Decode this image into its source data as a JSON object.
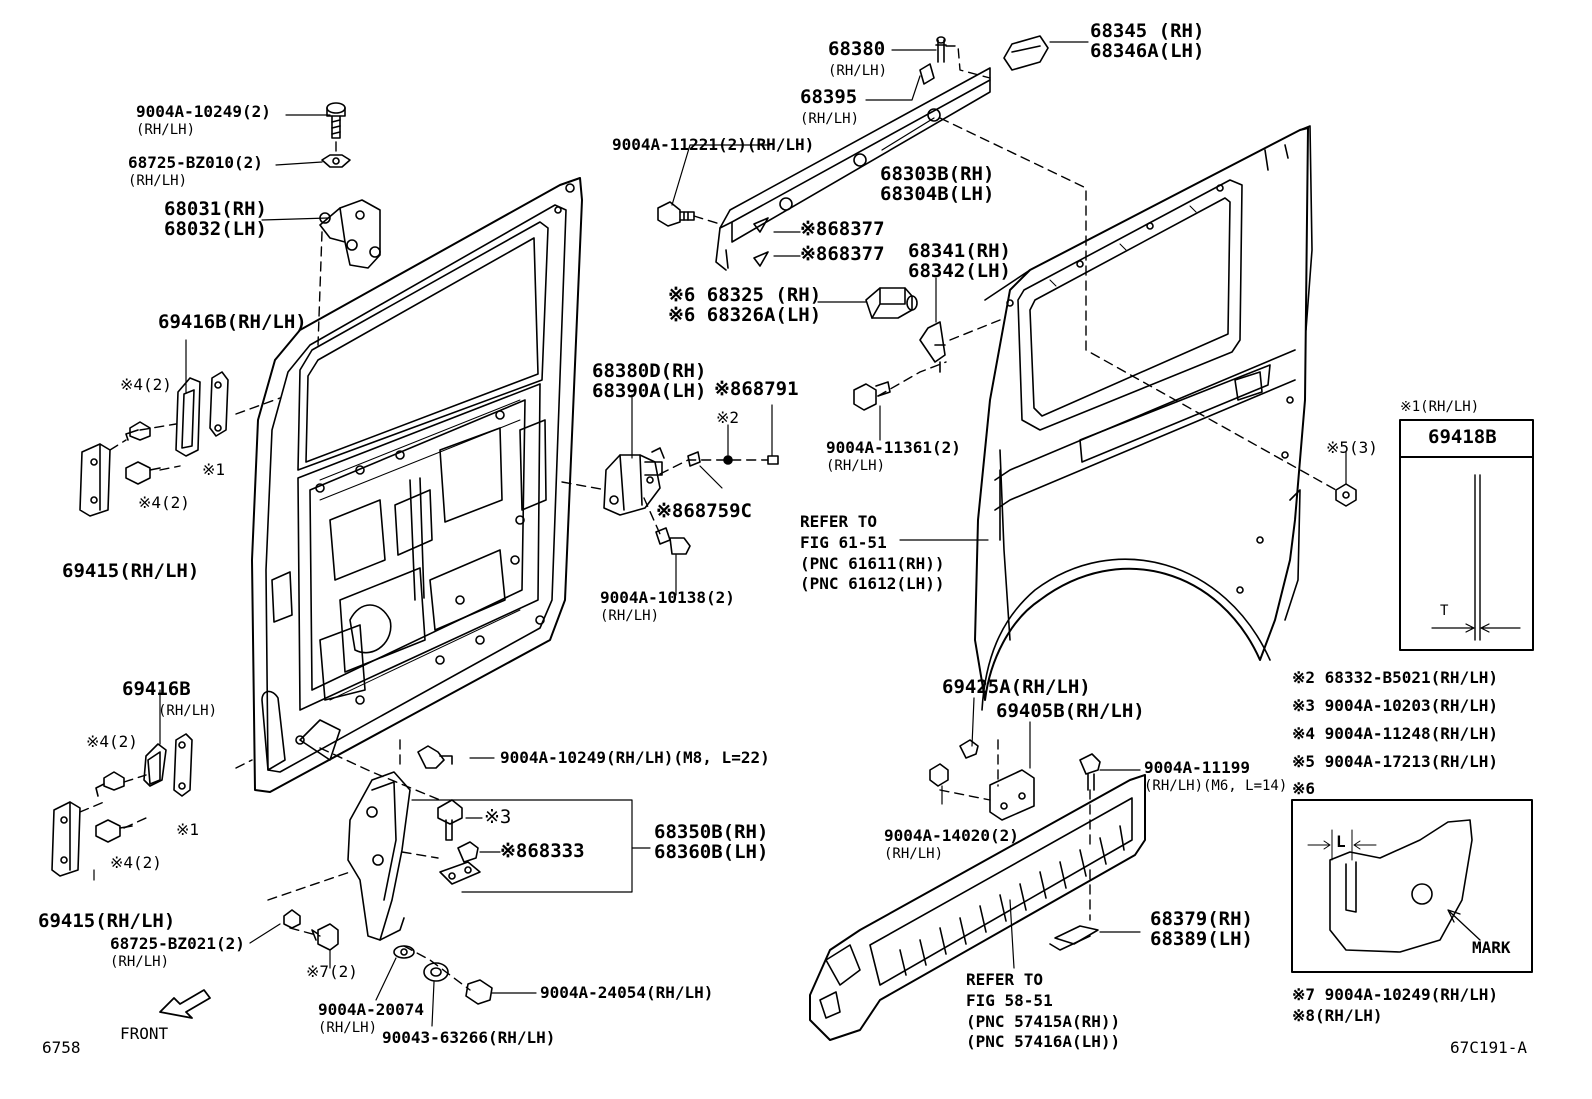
{
  "labels": {
    "c_68380": [
      "68380",
      "(RH/LH)"
    ],
    "c_68345": [
      "68345 (RH)",
      "68346A(LH)"
    ],
    "c_68395": [
      "68395",
      "(RH/LH)"
    ],
    "c_9004A11221": [
      "9004A-11221(2)(RH/LH)"
    ],
    "c_68303B": [
      "68303B(RH)",
      "68304B(LH)"
    ],
    "c_68377a": [
      "※868377"
    ],
    "c_68377b": [
      "※868377"
    ],
    "c_68341": [
      "68341(RH)",
      "68342(LH)"
    ],
    "c_68325": [
      "※6 68325 (RH)",
      "※6 68326A(LH)"
    ],
    "c_9004A10249t": [
      "9004A-10249(2)",
      "(RH/LH)"
    ],
    "c_68725BZ010": [
      "68725-BZ010(2)",
      "(RH/LH)"
    ],
    "c_68031": [
      "68031(RH)",
      "68032(LH)"
    ],
    "c_69416Bt": [
      "69416B(RH/LH)"
    ],
    "c_x4a": [
      "※4(2)"
    ],
    "c_x4b": [
      "※4(2)"
    ],
    "c_x1a": [
      "※1"
    ],
    "c_69415t": [
      "69415(RH/LH)"
    ],
    "c_68380D": [
      "68380D(RH)",
      "68390A(LH)"
    ],
    "c_68791": [
      "※868791"
    ],
    "c_x2": [
      "※2"
    ],
    "c_68759C": [
      "※868759C"
    ],
    "c_9004A10138": [
      "9004A-10138(2)",
      "(RH/LH)"
    ],
    "c_9004A11361": [
      "9004A-11361(2)",
      "(RH/LH)"
    ],
    "c_refer61": [
      "REFER TO",
      "FIG 61-51",
      "(PNC 61611(RH))",
      "(PNC 61612(LH))"
    ],
    "c_x5": [
      "※5(3)"
    ],
    "c_69416Bb": [
      "69416B",
      "(RH/LH)"
    ],
    "c_x4c": [
      "※4(2)"
    ],
    "c_x4d": [
      "※4(2)"
    ],
    "c_x1b": [
      "※1"
    ],
    "c_69415b": [
      "69415(RH/LH)"
    ],
    "c_9004A10249m": [
      "9004A-10249(RH/LH)(M8, L=22)"
    ],
    "c_x3": [
      "※3"
    ],
    "c_68333": [
      "※868333"
    ],
    "c_68350B": [
      "68350B(RH)",
      "68360B(LH)"
    ],
    "c_68725BZ021": [
      "68725-BZ021(2)",
      "(RH/LH)"
    ],
    "c_x7": [
      "※7(2)"
    ],
    "c_9004A20074": [
      "9004A-20074",
      "(RH/LH)"
    ],
    "c_90043": [
      "90043-63266(RH/LH)"
    ],
    "c_9004A24054": [
      "9004A-24054(RH/LH)"
    ],
    "c_front": [
      "FRONT"
    ],
    "c_6758": [
      "6758"
    ],
    "c_69425A": [
      "69425A(RH/LH)"
    ],
    "c_69405B": [
      "69405B(RH/LH)"
    ],
    "c_9004A11199": [
      "9004A-11199",
      "(RH/LH)(M6, L=14)"
    ],
    "c_9004A14020": [
      "9004A-14020(2)",
      "(RH/LH)"
    ],
    "c_68379": [
      "68379(RH)",
      "68389(LH)"
    ],
    "c_refer58": [
      "REFER TO",
      "FIG 58-51",
      "(PNC 57415A(RH))",
      "(PNC 57416A(LH))"
    ],
    "c_code": [
      "67C191-A"
    ]
  },
  "detail_box_1": {
    "note": "※1(RH/LH)",
    "part": "69418B",
    "dim": "T"
  },
  "notes": [
    "※2  68332-B5021(RH/LH)",
    "※3  9004A-10203(RH/LH)",
    "※4  9004A-11248(RH/LH)",
    "※5  9004A-17213(RH/LH)",
    "※6"
  ],
  "detail_box_6": {
    "dim": "L",
    "mark": "MARK"
  },
  "notes_bottom": [
    "※7  9004A-10249(RH/LH)",
    "※8(RH/LH)"
  ]
}
